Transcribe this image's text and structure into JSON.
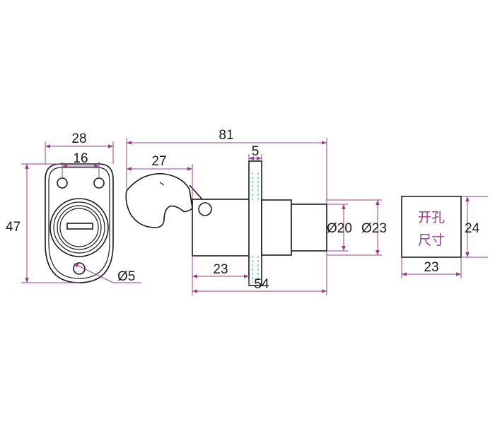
{
  "dimensions": {
    "front_width": "28",
    "hole_spacing": "16",
    "front_height": "47",
    "hole_diameter": "Ø5",
    "overall_length": "81",
    "hook_length": "27",
    "flange_thickness": "5",
    "body_diameter_small": "Ø20",
    "body_diameter_large": "Ø23",
    "front_body_length": "23",
    "body_length": "54",
    "cutout_height": "24",
    "cutout_width": "23"
  },
  "cutout_label": {
    "line1": "开孔",
    "line2": "尺寸"
  },
  "colors": {
    "outline": "#1a1a1a",
    "dimension": "#9b3d8c",
    "centerline": "#3aa0c8"
  }
}
